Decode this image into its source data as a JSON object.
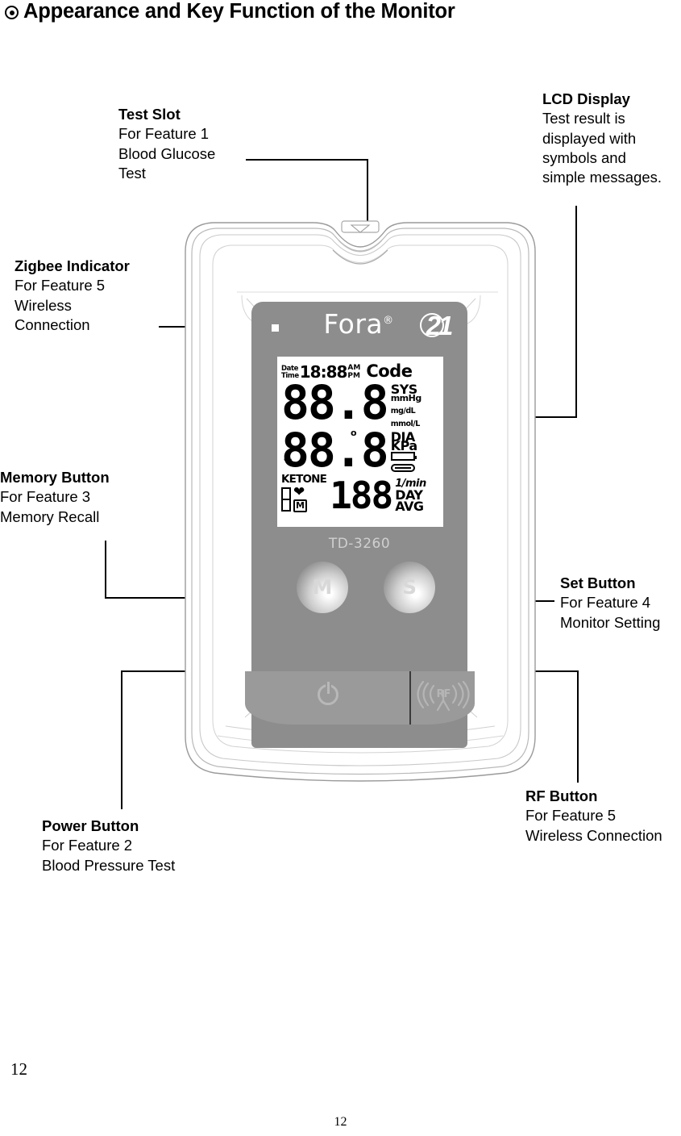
{
  "page": {
    "title": "Appearance and Key Function of the Monitor",
    "title_bullet_icon": "bullet-target-icon",
    "page_number_left": "12",
    "page_number_center": "12"
  },
  "callouts": [
    {
      "id": "test-slot",
      "title": "Test Slot",
      "line1": "For Feature 1",
      "line2": "Blood Glucose",
      "line3": "Test"
    },
    {
      "id": "lcd-display",
      "title": "LCD Display",
      "line1": "Test result is",
      "line2": "displayed with",
      "line3": "symbols and",
      "line4": "simple messages."
    },
    {
      "id": "zigbee-indicator",
      "title": "Zigbee Indicator",
      "line1": "For Feature 5",
      "line2": "Wireless",
      "line3": "Connection"
    },
    {
      "id": "memory-button",
      "title": "Memory Button",
      "line1": "For Feature 3",
      "line2": "Memory Recall"
    },
    {
      "id": "set-button",
      "title": "Set Button",
      "line1": "For Feature 4",
      "line2": "Monitor Setting"
    },
    {
      "id": "rf-button",
      "title": "RF Button",
      "line1": "For Feature 5",
      "line2": "Wireless Connection"
    },
    {
      "id": "power-button",
      "title": "Power Button",
      "line1": "For Feature 2",
      "line2": "Blood Pressure Test"
    }
  ],
  "device": {
    "brand_name": "Fora",
    "brand_trademark": "®",
    "logo_text": "21",
    "model_number": "TD-3260",
    "memory_button_label": "M",
    "set_button_label": "S",
    "power_icon": "power-icon",
    "rf_icon_label": "RF",
    "zigbee_led_icon": "led-indicator-dot",
    "lcd": {
      "date_label": "Date",
      "time_label": "Time",
      "time_segments": "18:88",
      "am_label": "AM",
      "pm_label": "PM",
      "code_label": "Code",
      "primary_value": "88.8",
      "secondary_value": "88.8",
      "pulse_value": "188",
      "unit_sys": "SYS",
      "unit_mmhg": "mmHg",
      "unit_mgdl": "mg/dL",
      "unit_mmoll": "mmol/L",
      "unit_dia": "DIA",
      "unit_kpa": "KPa",
      "unit_per_min": "1/min",
      "label_day": "DAY",
      "label_avg": "AVG",
      "label_ketone": "KETONE",
      "label_memory": "M",
      "icon_heart": "heart-icon",
      "icon_battery": "battery-icon",
      "icon_cuff": "cuff-icon",
      "icon_strip": "test-strip-icon",
      "icon_drop": "blood-drop-icon",
      "degree_mark": "o"
    }
  },
  "colors": {
    "ink": "#000000",
    "page_background": "#ffffff",
    "faceplate": "#8d8d8d",
    "bottom_bar": "#9a9a9a",
    "lcd_glass": "#ffffff",
    "model_text": "#cfcfcf"
  }
}
